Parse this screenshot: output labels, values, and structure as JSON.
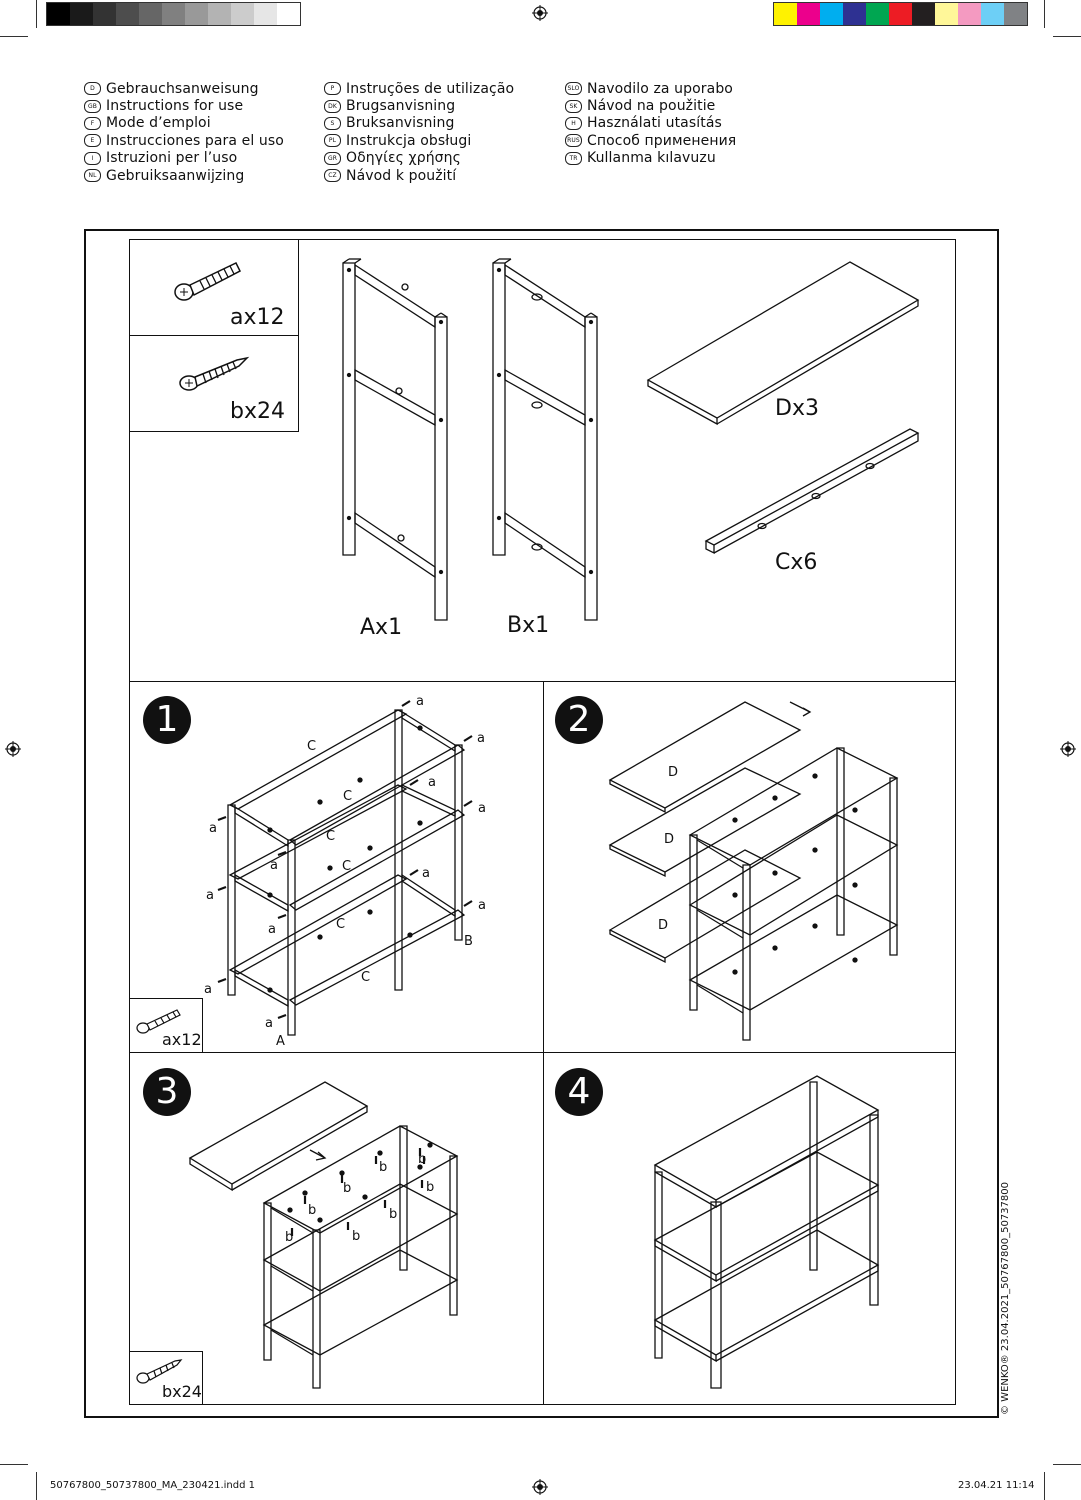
{
  "languages": {
    "col1": [
      {
        "code": "D",
        "label": "Gebrauchsanweisung"
      },
      {
        "code": "GB",
        "label": "Instructions for use"
      },
      {
        "code": "F",
        "label": "Mode d’emploi"
      },
      {
        "code": "E",
        "label": "Instrucciones para el uso"
      },
      {
        "code": "I",
        "label": "Istruzioni per l’uso"
      },
      {
        "code": "NL",
        "label": "Gebruiksaanwijzing"
      }
    ],
    "col2": [
      {
        "code": "P",
        "label": "Instruções de utilização"
      },
      {
        "code": "DK",
        "label": "Brugsanvisning"
      },
      {
        "code": "S",
        "label": "Bruksanvisning"
      },
      {
        "code": "PL",
        "label": "Instrukcja obsługi"
      },
      {
        "code": "GR",
        "label": "Οδηγίες χρήσης"
      },
      {
        "code": "CZ",
        "label": "Návod k použití"
      }
    ],
    "col3": [
      {
        "code": "SLO",
        "label": "Navodilo za uporabo"
      },
      {
        "code": "SK",
        "label": "Návod na použitie"
      },
      {
        "code": "H",
        "label": "Használati utasítás"
      },
      {
        "code": "RUS",
        "label": "Способ применения"
      },
      {
        "code": "TR",
        "label": "Kullanma kılavuzu"
      }
    ]
  },
  "parts": {
    "screw_a": "ax12",
    "screw_b": "bx24",
    "frame_a": "Ax1",
    "frame_b": "Bx1",
    "shelf_d": "Dx3",
    "rail_c": "Cx6"
  },
  "steps": {
    "s1": {
      "number": "1",
      "hardware": "ax12",
      "labels": {
        "a": "a",
        "c": "C",
        "frame_a": "A",
        "frame_b": "B"
      }
    },
    "s2": {
      "number": "2",
      "labels": {
        "d": "D"
      }
    },
    "s3": {
      "number": "3",
      "hardware": "bx24",
      "labels": {
        "b": "b"
      }
    },
    "s4": {
      "number": "4"
    }
  },
  "footer": {
    "left": "50767800_50737800_MA_230421.indd   1",
    "right": "23.04.21   11:14",
    "copyright": "© WENKO® 23.04.2021_50767800_50737800"
  },
  "colors": {
    "grayscale": [
      "#000000",
      "#1a1a1a",
      "#333333",
      "#4d4d4d",
      "#666666",
      "#808080",
      "#999999",
      "#b3b3b3",
      "#cccccc",
      "#e6e6e6",
      "#ffffff"
    ],
    "process": [
      "#fff200",
      "#ec008c",
      "#00aeef",
      "#2e3192",
      "#00a651",
      "#ed1c24",
      "#231f20",
      "#fff799",
      "#f49ac1",
      "#6dcff6",
      "#808285"
    ]
  }
}
